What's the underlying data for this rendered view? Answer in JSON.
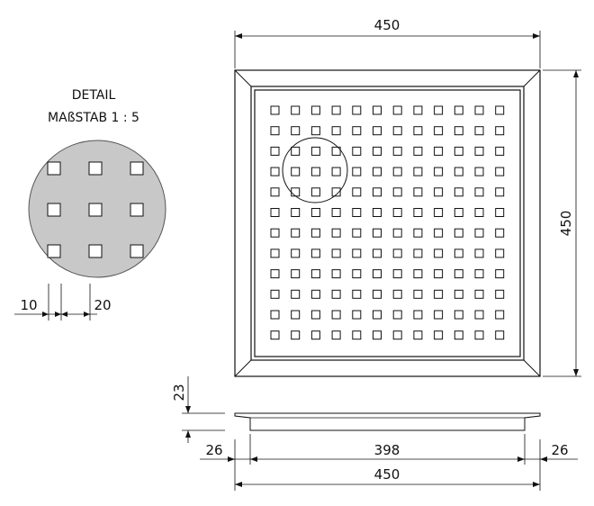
{
  "detail": {
    "title": "DETAIL",
    "scale": "MAßSTAB 1 : 5",
    "hole_size": "10",
    "hole_spacing": "20",
    "grid_rows": 3,
    "grid_cols": 3
  },
  "plan": {
    "width_label": "450",
    "height_label": "450",
    "hole_rows": 12,
    "hole_cols": 12
  },
  "section": {
    "depth_label": "23",
    "left_margin_label": "26",
    "inner_width_label": "398",
    "right_margin_label": "26",
    "total_width_label": "450"
  }
}
